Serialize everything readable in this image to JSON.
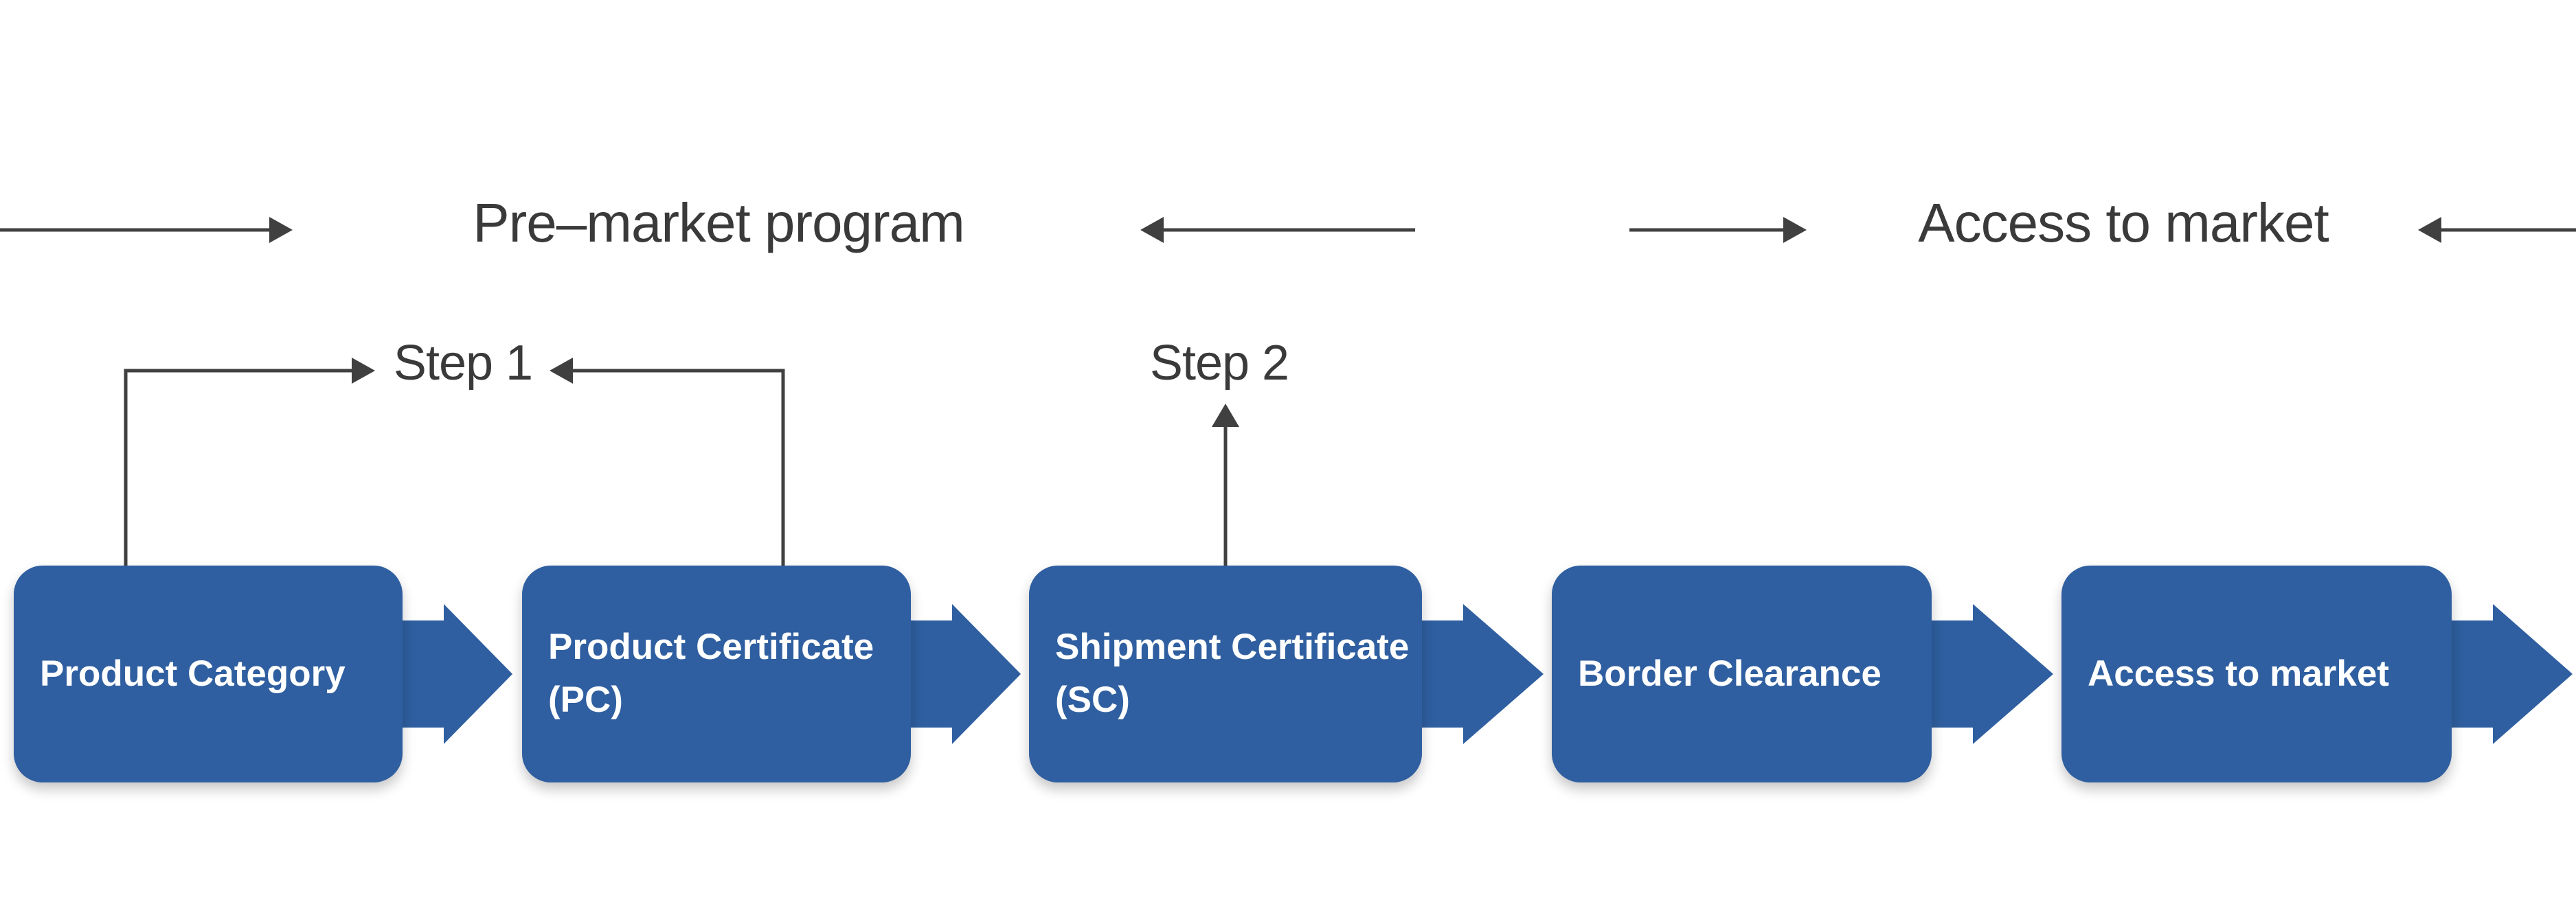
{
  "diagram": {
    "phase_labels": [
      {
        "label": "Pre–market program"
      },
      {
        "label": "Access to market"
      }
    ],
    "step_labels": [
      {
        "label": "Step 1"
      },
      {
        "label": "Step 2"
      }
    ],
    "stages": [
      {
        "lines": [
          "Product Category"
        ]
      },
      {
        "lines": [
          "Product Certificate",
          "(PC)"
        ]
      },
      {
        "lines": [
          "Shipment Certificate",
          "(SC)"
        ]
      },
      {
        "lines": [
          "Border Clearance"
        ]
      },
      {
        "lines": [
          "Access to market"
        ]
      }
    ],
    "colors": {
      "stage_fill": "#2F5FA0",
      "connector_gray": "#404040",
      "label_text": "#3A3A3A",
      "stage_text": "#FFFFFF"
    }
  }
}
